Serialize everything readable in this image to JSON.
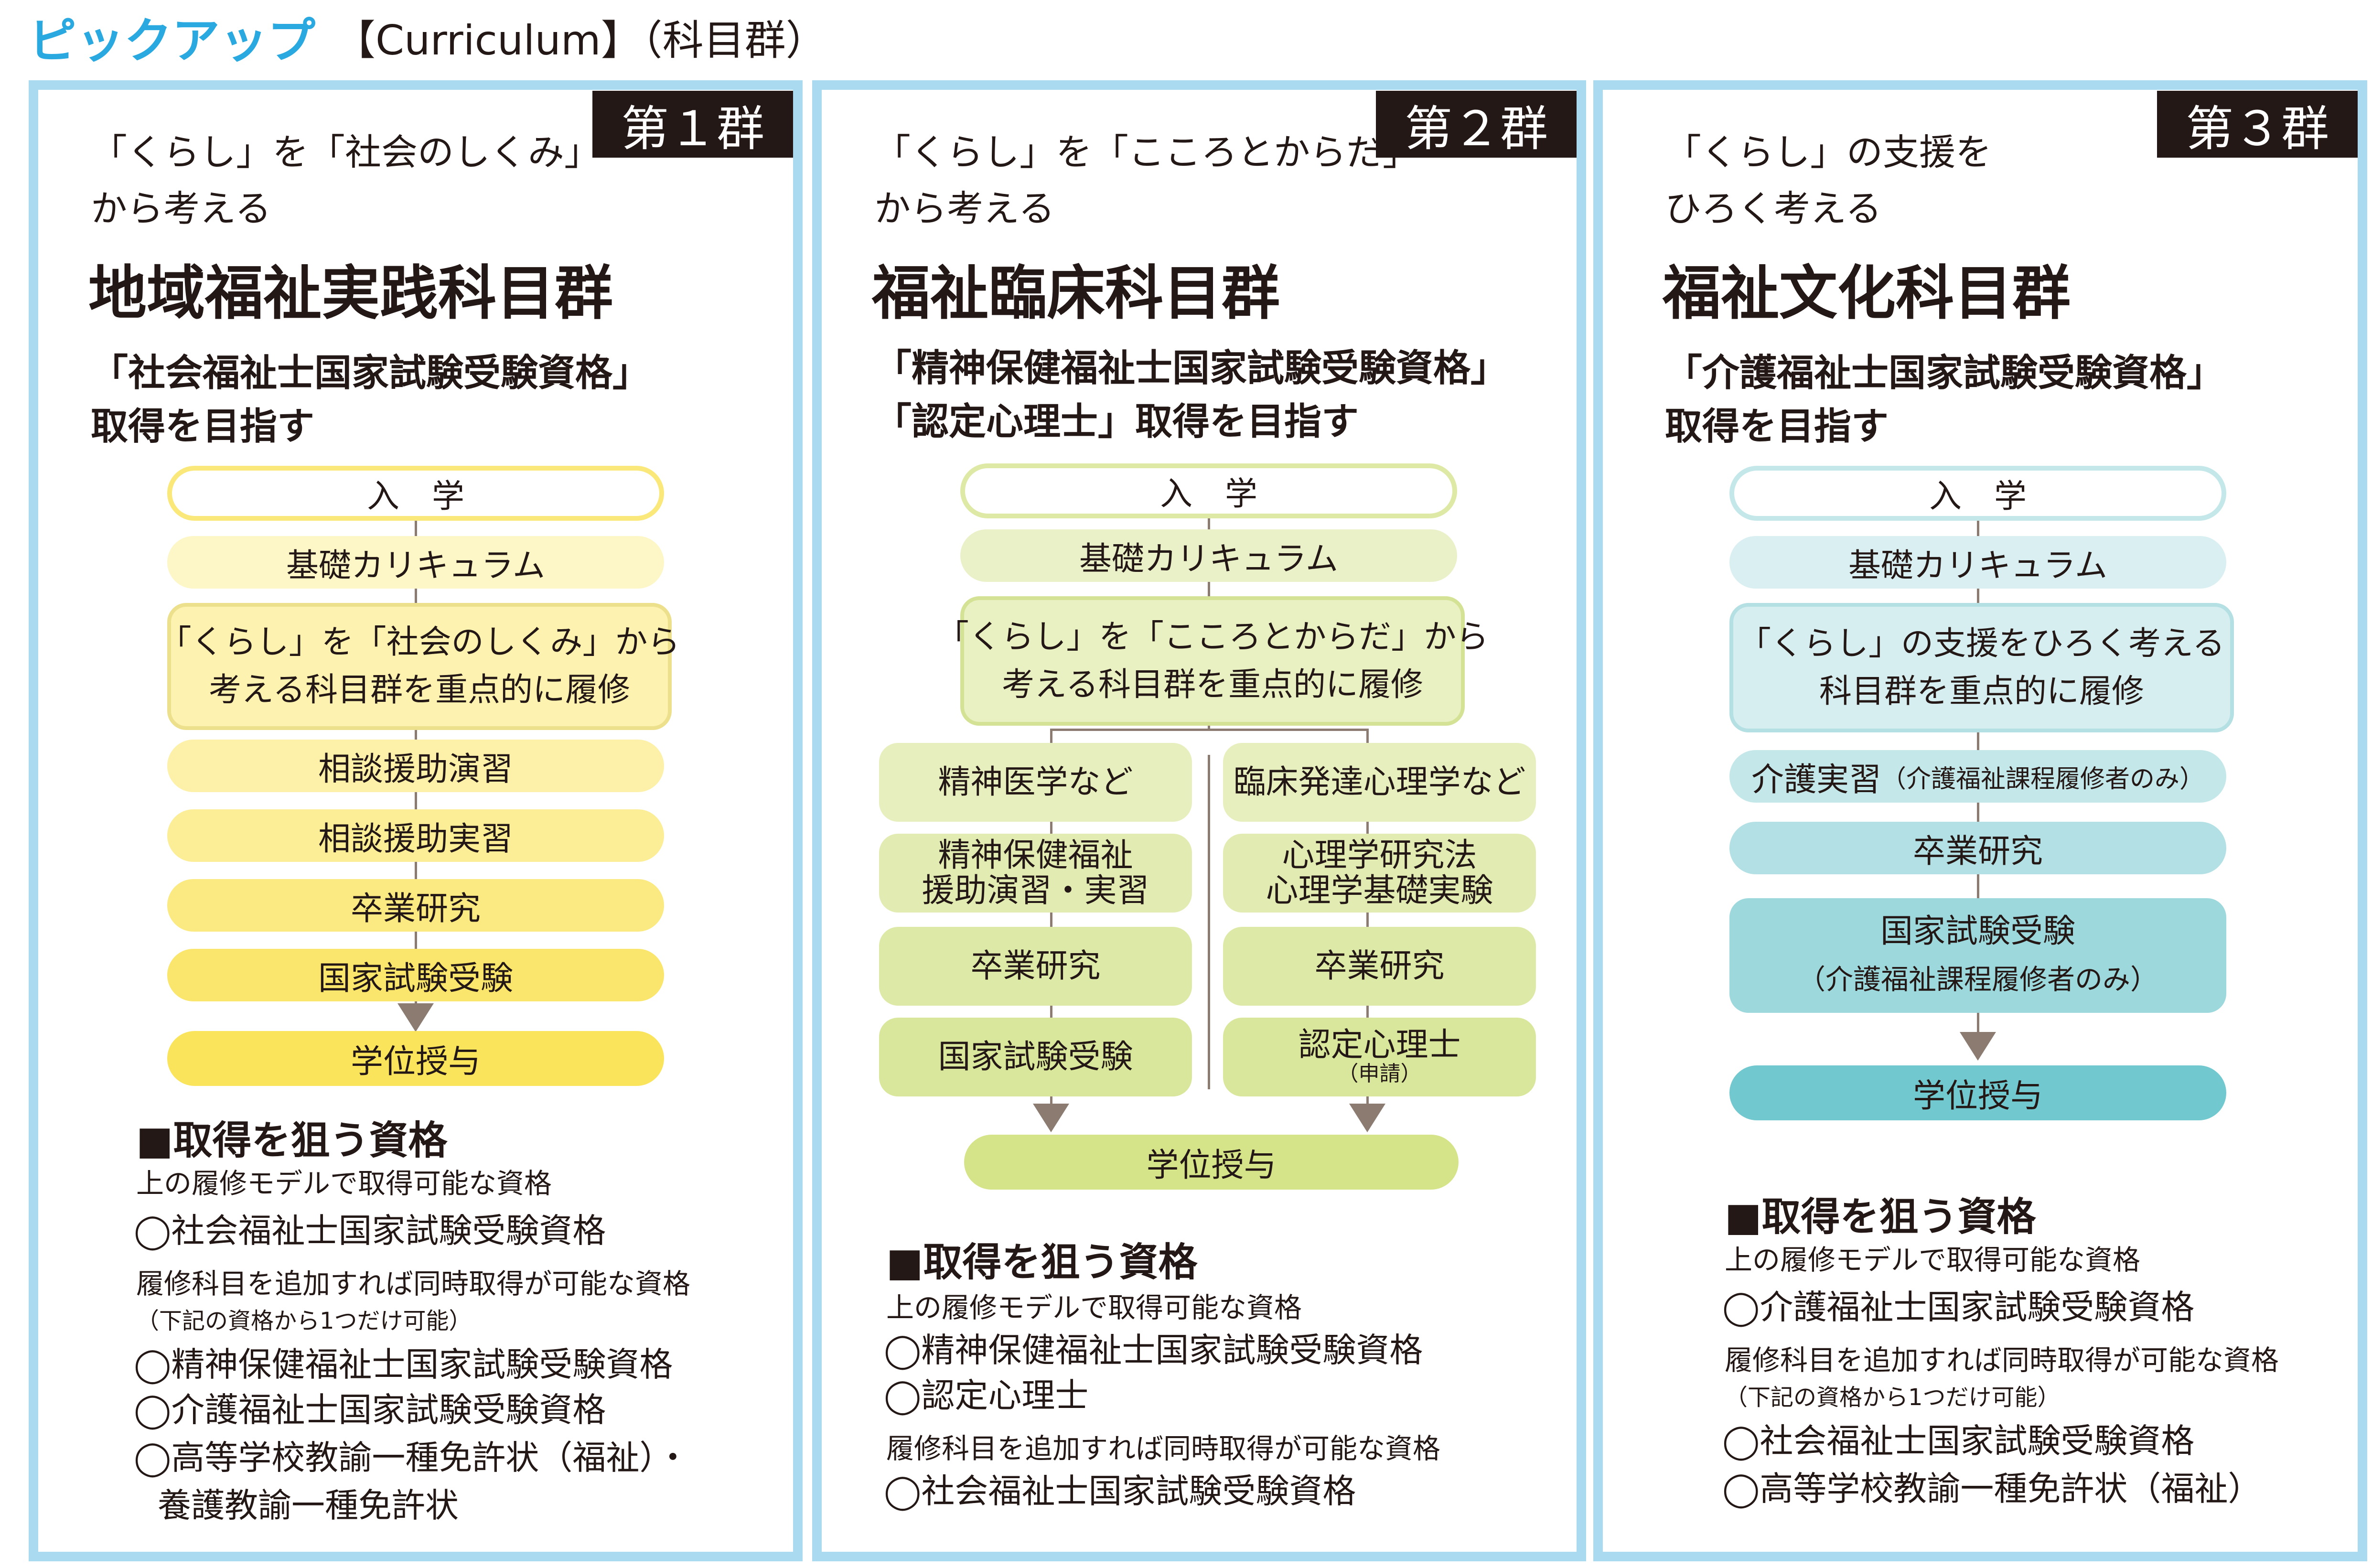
{
  "header": {
    "pickup": "ピックアップ",
    "curriculum": "【Curriculum】（科目群）"
  },
  "group1": {
    "tag": "第１群",
    "intro_line1": "「くらし」を「社会のしくみ」",
    "intro_line2": "から考える",
    "title": "地域福祉実践科目群",
    "aim_line1": "「社会福祉士国家試験受験資格」",
    "aim_line2": "取得を目指す",
    "flow": {
      "entry": "入　学",
      "basic": "基礎カリキュラム",
      "focus_line1": "「くらし」を「社会のしくみ」から",
      "focus_line2": "考える科目群を重点的に履修",
      "step1": "相談援助演習",
      "step2": "相談援助実習",
      "step3": "卒業研究",
      "step4": "国家試験受験",
      "degree": "学位授与"
    },
    "qual": {
      "heading": "■取得を狙う資格",
      "model_label": "上の履修モデルで取得可能な資格",
      "model_items": [
        "◯社会福祉士国家試験受験資格"
      ],
      "extra_label": "履修科目を追加すれば同時取得が可能な資格",
      "extra_note": "（下記の資格から1つだけ可能）",
      "extra_items": [
        "◯精神保健福祉士国家試験受験資格",
        "◯介護福祉士国家試験受験資格",
        "◯高等学校教諭一種免許状（福祉）・",
        "養護教諭一種免許状"
      ]
    }
  },
  "group2": {
    "tag": "第２群",
    "intro_line1": "「くらし」を「こころとからだ」",
    "intro_line2": "から考える",
    "title": "福祉臨床科目群",
    "aim_line1": "「精神保健福祉士国家試験受験資格」",
    "aim_line2": "「認定心理士」取得を目指す",
    "flow": {
      "entry": "入　学",
      "basic": "基礎カリキュラム",
      "focus_line1": "「くらし」を「こころとからだ」から",
      "focus_line2": "考える科目群を重点的に履修",
      "left": {
        "step1": "精神医学など",
        "step2_line1": "精神保健福祉",
        "step2_line2": "援助演習・実習",
        "step3": "卒業研究",
        "step4": "国家試験受験"
      },
      "right": {
        "step1": "臨床発達心理学など",
        "step2_line1": "心理学研究法",
        "step2_line2": "心理学基礎実験",
        "step3": "卒業研究",
        "step4": "認定心理士",
        "step4_note": "（申請）"
      },
      "degree": "学位授与"
    },
    "qual": {
      "heading": "■取得を狙う資格",
      "model_label": "上の履修モデルで取得可能な資格",
      "model_items": [
        "◯精神保健福祉士国家試験受験資格",
        "◯認定心理士"
      ],
      "extra_label": "履修科目を追加すれば同時取得が可能な資格",
      "extra_items": [
        "◯社会福祉士国家試験受験資格"
      ]
    }
  },
  "group3": {
    "tag": "第３群",
    "intro_line1": "「くらし」の支援を",
    "intro_line2": "ひろく考える",
    "title": "福祉文化科目群",
    "aim_line1": "「介護福祉士国家試験受験資格」",
    "aim_line2": "取得を目指す",
    "flow": {
      "entry": "入　学",
      "basic": "基礎カリキュラム",
      "focus_line1": "「くらし」の支援をひろく考える",
      "focus_line2": "科目群を重点的に履修",
      "step1": "介護実習",
      "step1_note": "（介護福祉課程履修者のみ）",
      "step2": "卒業研究",
      "step3": "国家試験受験",
      "step3_note": "（介護福祉課程履修者のみ）",
      "degree": "学位授与"
    },
    "qual": {
      "heading": "■取得を狙う資格",
      "model_label": "上の履修モデルで取得可能な資格",
      "model_items": [
        "◯介護福祉士国家試験受験資格"
      ],
      "extra_label": "履修科目を追加すれば同時取得が可能な資格",
      "extra_note": "（下記の資格から1つだけ可能）",
      "extra_items": [
        "◯社会福祉士国家試験受験資格",
        "◯高等学校教諭一種免許状（福祉）"
      ]
    }
  }
}
